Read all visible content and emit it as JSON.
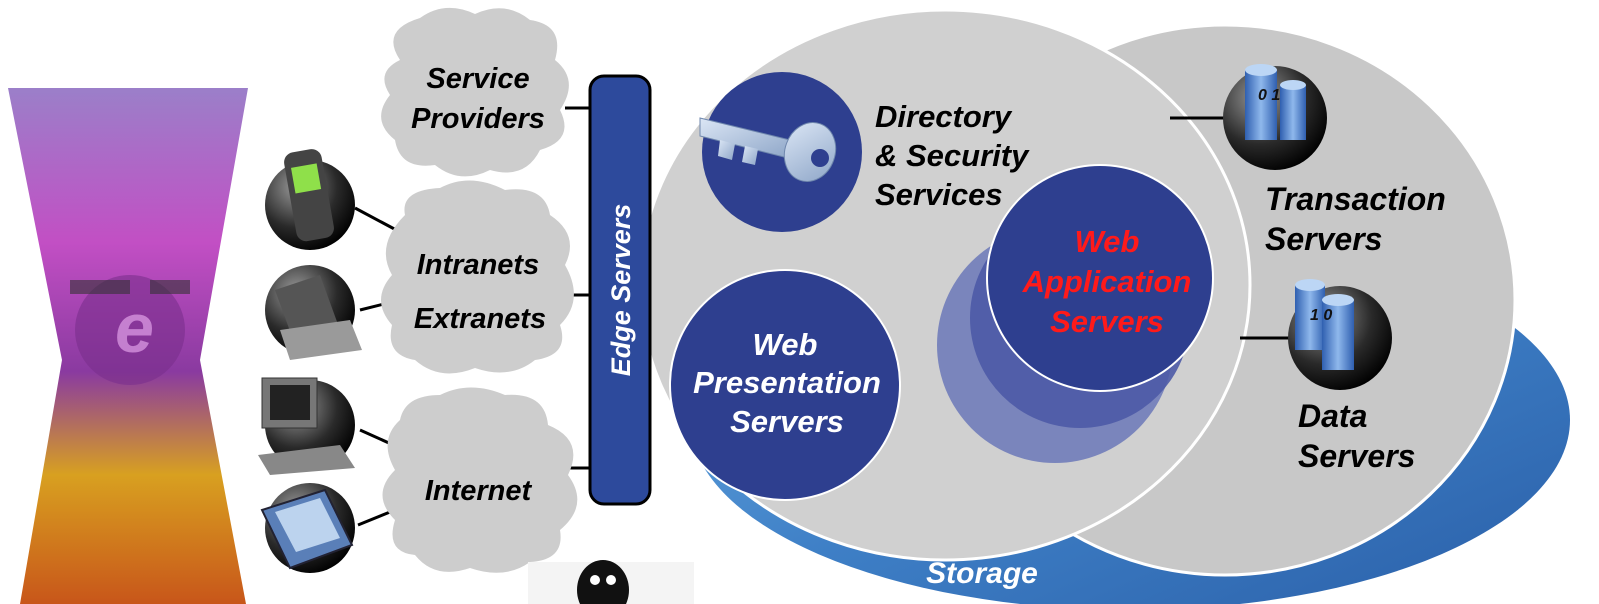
{
  "clouds": {
    "service_providers": {
      "line1": "Service",
      "line2": "Providers"
    },
    "intranets": "Intranets",
    "extranets": "Extranets",
    "internet": "Internet"
  },
  "edge_servers": "Edge Servers",
  "directory_security": {
    "line1": "Directory",
    "line2": "& Security",
    "line3": "Services"
  },
  "web_presentation": {
    "line1": "Web",
    "line2": "Presentation",
    "line3": "Servers"
  },
  "web_application": {
    "line1": "Web",
    "line2": "Application",
    "line3": "Servers"
  },
  "transaction_servers": {
    "line1": "Transaction",
    "line2": "Servers"
  },
  "data_servers": {
    "line1": "Data",
    "line2": "Servers"
  },
  "storage": "Storage",
  "colors": {
    "navy": "#2e3f8f",
    "edge_blue": "#2d4a9c",
    "ellipse_gray": "#cfcfcf",
    "cloud_gray": "#cdcdcd",
    "storage_blue": "#3e7fc6",
    "highlight_red": "#ff1a1a"
  },
  "icons": [
    "mobile-phone-icon",
    "laptop-icon",
    "desktop-computer-icon",
    "pda-icon",
    "key-icon",
    "database-icon",
    "penguin-icon"
  ]
}
